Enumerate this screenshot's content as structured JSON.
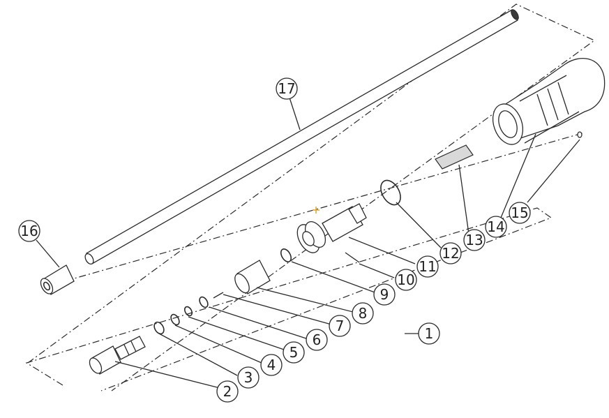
{
  "diagram": {
    "callouts": [
      "1",
      "2",
      "3",
      "4",
      "5",
      "6",
      "7",
      "8",
      "9",
      "10",
      "11",
      "12",
      "13",
      "14",
      "15",
      "16",
      "17"
    ],
    "marker_color": "#e0a020"
  }
}
